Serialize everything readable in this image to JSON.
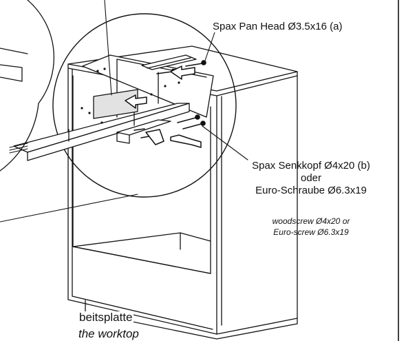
{
  "labels": {
    "screw_a": "Spax Pan Head Ø3.5x16  (a)",
    "screw_b": "Spax Senkkopf Ø4x20 (b)",
    "oder": "oder",
    "euro": "Euro-Schraube Ø6.3x19",
    "en_line1": "woodscrew Ø4x20 or",
    "en_line2": "Euro-screw Ø6.3x19",
    "worktop_de": "beitsplatte",
    "worktop_en": "the worktop"
  },
  "colors": {
    "line": "#111111",
    "panel_dark": "#444444",
    "panel_light": "#e2e2e2"
  }
}
